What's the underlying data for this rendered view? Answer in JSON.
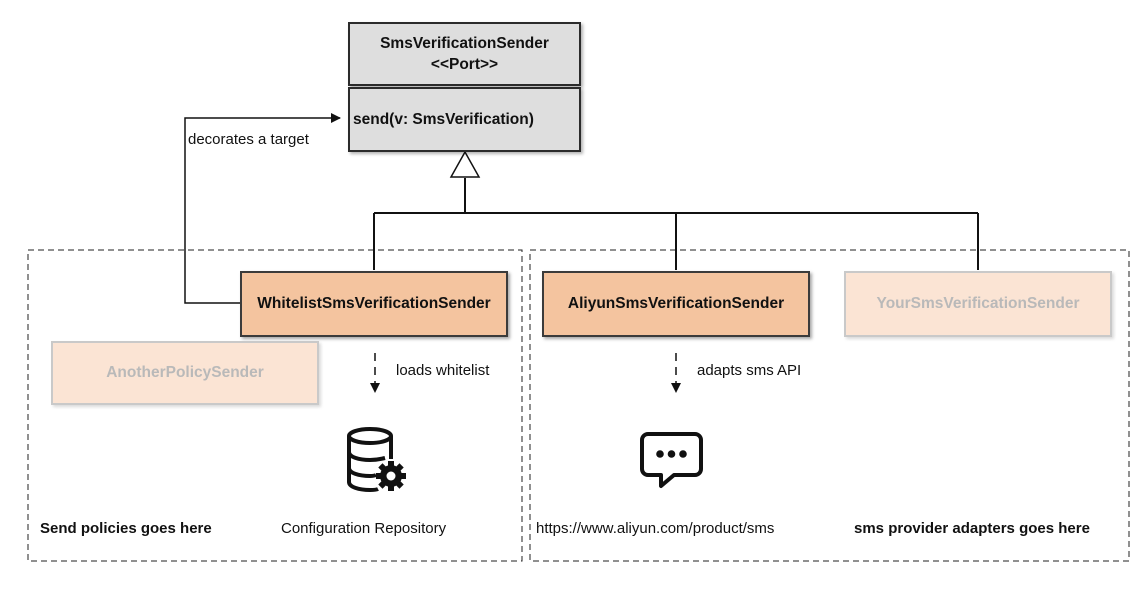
{
  "port": {
    "name": "SmsVerificationSender",
    "stereotype": "<<Port>>",
    "method": "send(v: SmsVerification)"
  },
  "nodes": {
    "whitelist": "WhitelistSmsVerificationSender",
    "aliyun": "AliyunSmsVerificationSender",
    "yours": "YourSmsVerificationSender",
    "another_policy": "AnotherPolicySender"
  },
  "edge_labels": {
    "decorates": "decorates a target",
    "loads_whitelist": "loads whitelist",
    "adapts_api": "adapts sms API"
  },
  "resources": {
    "config_repo": "Configuration Repository",
    "aliyun_url": "https://www.aliyun.com/product/sms"
  },
  "groups": {
    "policies": "Send policies goes here",
    "adapters": "sms provider adapters goes here"
  },
  "icons": {
    "database": "database-gear-icon",
    "message": "chat-bubble-icon"
  }
}
